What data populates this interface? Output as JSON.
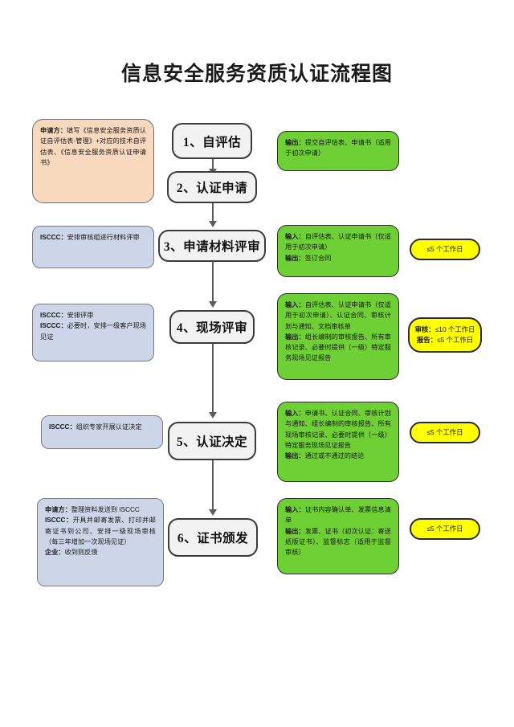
{
  "page": {
    "title": "信息安全服务资质认证流程图",
    "colors": {
      "peach": "#f8d9bd",
      "blue": "#ccd6e8",
      "green": "#6ed034",
      "yellow": "#ffff00",
      "step_fill": "#f2f2f2",
      "connector": "#5d5d5d"
    }
  },
  "steps": [
    {
      "label": "1、自评估"
    },
    {
      "label": "2、认证申请"
    },
    {
      "label": "3、申请材料评审"
    },
    {
      "label": "4、现场评审"
    },
    {
      "label": "5、认证决定"
    },
    {
      "label": "6、证书颁发"
    }
  ],
  "left_notes": [
    {
      "id": "note-self-assessment",
      "color": "peach",
      "lines": [
        {
          "bold": "申请方：",
          "text": "填写《信息安全服务资质认证自评估表-管理》+对应的技术自评估表、《信息安全服务资质认证申请书》"
        }
      ]
    },
    {
      "id": "note-material-review",
      "color": "blue",
      "lines": [
        {
          "bold": "ISCCC：",
          "text": "安排审核组进行材料评审"
        }
      ]
    },
    {
      "id": "note-onsite-review",
      "color": "blue",
      "lines": [
        {
          "bold": "ISCCC：",
          "text": "安排评审"
        },
        {
          "bold": "ISCCC：",
          "text": "必要时，安排一级客户现场见证"
        }
      ]
    },
    {
      "id": "note-certification-decision",
      "color": "blue",
      "lines": [
        {
          "bold": "ISCCC：",
          "text": "组织专家开展认证决定"
        }
      ]
    },
    {
      "id": "note-certificate-issue",
      "color": "blue",
      "lines": [
        {
          "bold": "申请方：",
          "text": "整理资料发送到 ISCCC"
        },
        {
          "bold": "ISCCC：",
          "text": "开具并邮寄发票、打印并邮寄证书到公司、安排一级现场审核（每三年增加一次现场见证）"
        },
        {
          "bold": "企业：",
          "text": "收到则反馈"
        }
      ]
    }
  ],
  "right_notes": [
    {
      "id": "io-self-assessment",
      "color": "green",
      "lines": [
        {
          "bold": "输出：",
          "text": "提交自评估表、申请书（适用于初次申请）"
        }
      ]
    },
    {
      "id": "io-material-review",
      "color": "green",
      "lines": [
        {
          "bold": "输入：",
          "text": "自评估表、认证申请书（仅适用于初次申请）"
        },
        {
          "bold": "输出：",
          "text": "签订合同"
        }
      ]
    },
    {
      "id": "io-onsite-review",
      "color": "green",
      "lines": [
        {
          "bold": "输入：",
          "text": "自评估表、认证申请书（仅适用于初次申请）、认证合同、审核计划与通知、文档审核单"
        },
        {
          "bold": "输出：",
          "text": "组长编制的审核报告、所有审核记录、必要时提供（一级）特定服务现场见证报告"
        }
      ]
    },
    {
      "id": "io-certification-decision",
      "color": "green",
      "lines": [
        {
          "bold": "输入：",
          "text": "申请书、认证合同、审核计划与通知、组长编制的审核报告、所有现场审核记录、必要时提供（一级）特定服务现场见证报告"
        },
        {
          "bold": "输出：",
          "text": "通过或不通过的结论"
        }
      ]
    },
    {
      "id": "io-certificate-issue",
      "color": "green",
      "lines": [
        {
          "bold": "输入：",
          "text": "证书内容确认单、发票信息清单"
        },
        {
          "bold": "输出：",
          "text": "发票、证书（初次认证：寄送纸版证书）、监督标志（适用于监督审核）"
        }
      ]
    }
  ],
  "duration_notes": [
    {
      "id": "duration-material-review",
      "color": "yellow",
      "lines": [
        {
          "bold": "",
          "text": "≤5 个工作日"
        }
      ]
    },
    {
      "id": "duration-onsite-review",
      "color": "yellow",
      "lines": [
        {
          "bold": "审核：",
          "text": "≤10 个工作日"
        },
        {
          "bold": "报告：",
          "text": "≤5 个工作日"
        }
      ]
    },
    {
      "id": "duration-certification-decision",
      "color": "yellow",
      "lines": [
        {
          "bold": "",
          "text": "≤5 个工作日"
        }
      ]
    },
    {
      "id": "duration-certificate-issue",
      "color": "yellow",
      "lines": [
        {
          "bold": "",
          "text": "≤5 个工作日"
        }
      ]
    }
  ]
}
